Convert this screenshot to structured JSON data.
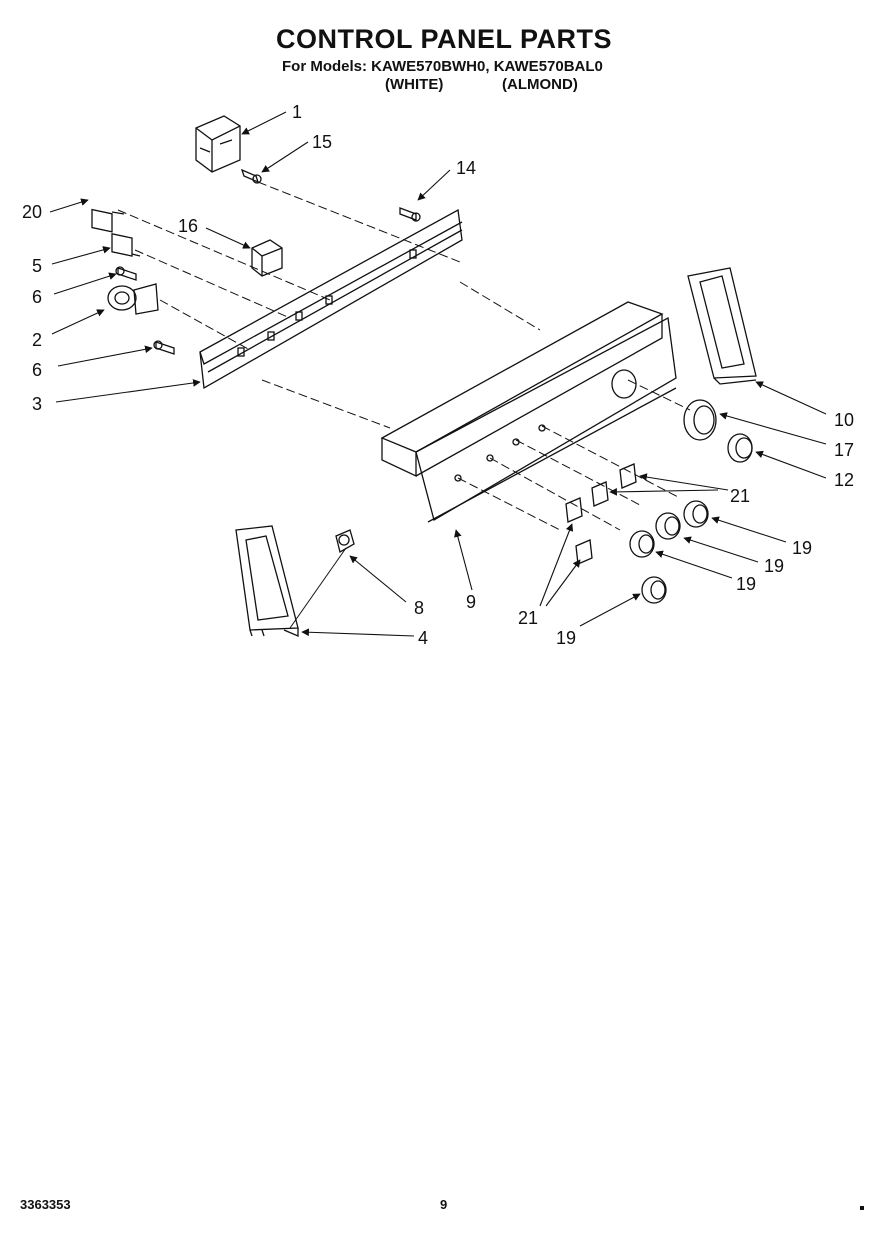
{
  "header": {
    "title": "CONTROL PANEL PARTS",
    "models_line": "For Models: KAWE570BWH0, KAWE570BAL0",
    "variant_white": "(WHITE)",
    "variant_almond": "(ALMOND)"
  },
  "callouts": [
    "1",
    "15",
    "14",
    "20",
    "16",
    "5",
    "6",
    "2",
    "6",
    "3",
    "10",
    "17",
    "12",
    "21",
    "19",
    "19",
    "19",
    "9",
    "8",
    "4",
    "21",
    "19"
  ],
  "footer": {
    "part_number": "3363353",
    "page": "9"
  }
}
